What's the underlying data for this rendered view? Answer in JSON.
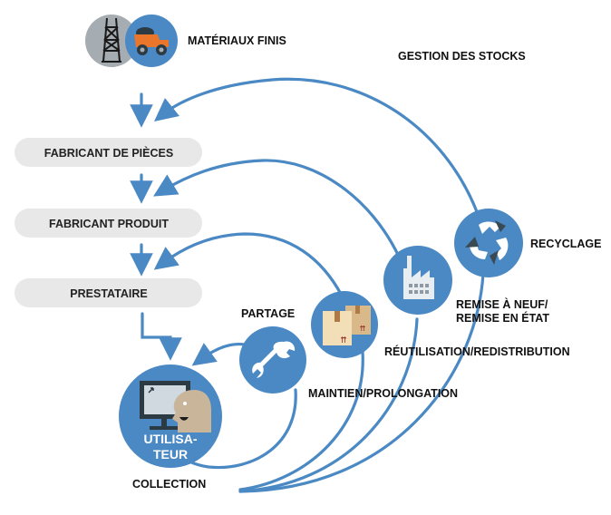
{
  "colors": {
    "accent": "#4a89c4",
    "stage_bg": "#e8e8e8",
    "grey_circle": "#a6adb2",
    "dark": "#2c3a44",
    "truck": "#e9762b",
    "box_light": "#f2dfb8",
    "box_dark": "#d9b98a",
    "box_tape": "#b07a45",
    "box_arrow": "#8b1a1a",
    "face": "#c8b59a",
    "screen": "#d0d8e0",
    "white": "#ffffff",
    "text": "#111111"
  },
  "top": {
    "label": "MATÉRIAUX FINIS",
    "icons": [
      "oil-derrick-icon",
      "mining-truck-icon"
    ]
  },
  "stages": [
    {
      "label": "FABRICANT DE PIÈCES"
    },
    {
      "label": "FABRICANT PRODUIT"
    },
    {
      "label": "PRESTATAIRE"
    }
  ],
  "user": {
    "line1": "UTILISA-",
    "line2": "TEUR",
    "icon": "user-computer-icon"
  },
  "loops": {
    "stock_management": "GESTION DES STOCKS",
    "recycling": "RECYCLAGE",
    "refurbish_line1": "REMISE À NEUF/",
    "refurbish_line2": "REMISE EN ÉTAT",
    "reuse": "RÉUTILISATION/REDISTRIBUTION",
    "sharing": "PARTAGE",
    "maintenance": "MAINTIEN/PROLONGATION",
    "collection": "COLLECTION"
  }
}
